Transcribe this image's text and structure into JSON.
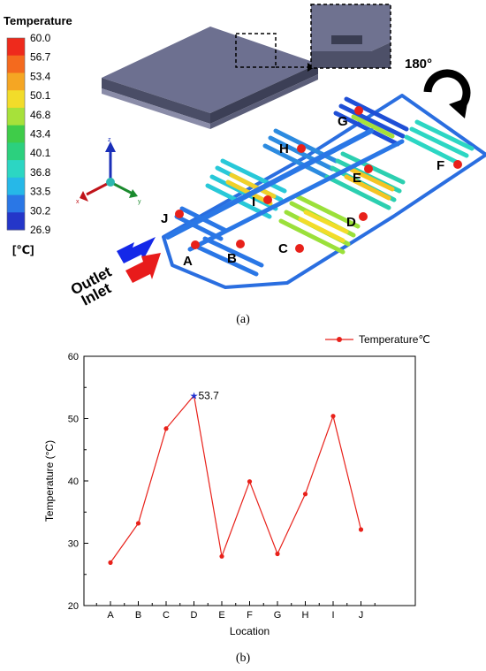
{
  "panel_a": {
    "caption": "(a)",
    "colorbar": {
      "title": "Temperature",
      "unit": "[℃]",
      "ticks": [
        "60.0",
        "56.7",
        "53.4",
        "50.1",
        "46.8",
        "43.4",
        "40.1",
        "36.8",
        "33.5",
        "30.2",
        "26.9"
      ],
      "colors": [
        "#ee2a1c",
        "#f46a1e",
        "#f5a623",
        "#f2dc2a",
        "#a7e13a",
        "#3fcc49",
        "#2cd07e",
        "#2cd6c3",
        "#26b8e8",
        "#2a77e6",
        "#2436c9"
      ]
    },
    "rotation_label": "180°",
    "outlet_label": "Outlet",
    "inlet_label": "Inlet",
    "points": [
      "A",
      "B",
      "C",
      "D",
      "E",
      "F",
      "G",
      "H",
      "I",
      "J"
    ],
    "axis_labels": {
      "z": "z",
      "x": "x",
      "y": "y"
    }
  },
  "panel_b": {
    "caption": "(b)",
    "peak_label": "53.7"
  },
  "chart_data": {
    "type": "line",
    "categories": [
      "A",
      "B",
      "C",
      "D",
      "E",
      "F",
      "G",
      "H",
      "I",
      "J"
    ],
    "series": [
      {
        "name": "Temperature℃",
        "values": [
          26.9,
          33.2,
          48.4,
          53.7,
          27.9,
          39.9,
          28.3,
          37.9,
          50.4,
          32.2
        ],
        "color": "#e8211a"
      }
    ],
    "xlabel": "Location",
    "ylabel": "Temperature (°C)",
    "ylim": [
      20,
      60
    ],
    "yticks": [
      20,
      30,
      40,
      50,
      60
    ],
    "legend_position": "top-right",
    "annotation": {
      "category": "D",
      "value": 53.7,
      "text": "53.7"
    },
    "grid": false
  }
}
